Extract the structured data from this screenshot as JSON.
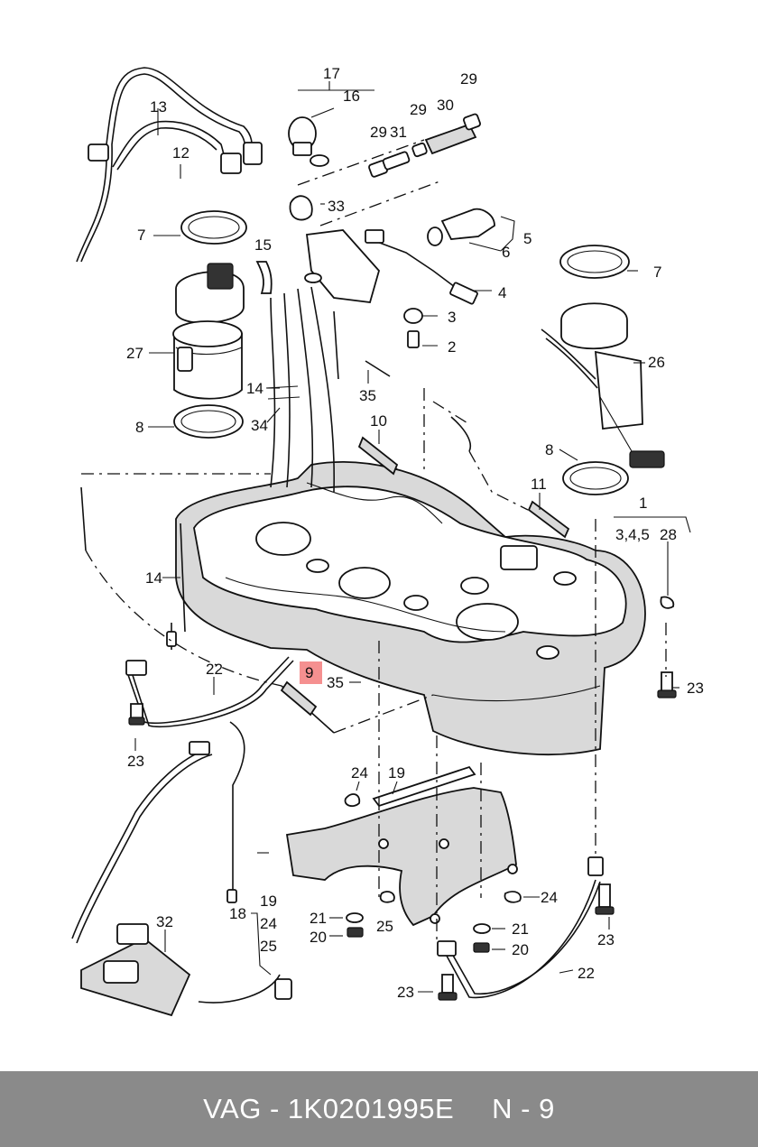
{
  "callouts": {
    "c17": "17",
    "c16": "16",
    "c29a": "29",
    "c29b": "29",
    "c29c": "29",
    "c30": "30",
    "c31": "31",
    "c13": "13",
    "c12": "12",
    "c33": "33",
    "c5": "5",
    "c6": "6",
    "c4": "4",
    "c7a": "7",
    "c7b": "7",
    "c15": "15",
    "c3": "3",
    "c2": "2",
    "c27": "27",
    "c26": "26",
    "c14a": "14",
    "c35a": "35",
    "c34": "34",
    "c8a": "8",
    "c8b": "8",
    "c10": "10",
    "c11": "11",
    "c1": "1",
    "c345": "3,4,5",
    "c28": "28",
    "c14b": "14",
    "c22a": "22",
    "c9": "9",
    "c35b": "35",
    "c23a": "23",
    "c23b": "23",
    "c23c": "23",
    "c23d": "23",
    "c24a": "24",
    "c19a": "19",
    "c19b": "19",
    "c18": "18",
    "c24b": "24",
    "c24c": "24",
    "c25a": "25",
    "c25b": "25",
    "c21a": "21",
    "c21b": "21",
    "c20a": "20",
    "c20b": "20",
    "c32": "32",
    "c22b": "22"
  },
  "footer": {
    "brand": "VAG",
    "separator": "-",
    "part_number": "1K0201995E",
    "position": "N - 9"
  },
  "colors": {
    "footer_bg": "#8a8a8a",
    "highlight": "#f26b6b"
  }
}
